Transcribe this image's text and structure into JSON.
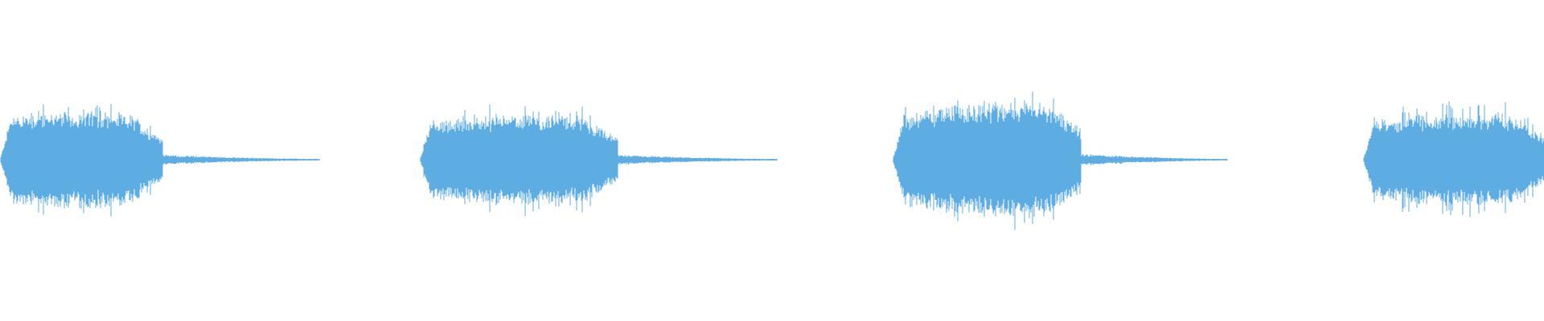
{
  "waveform": {
    "color": "#5dade2",
    "background": "#ffffff",
    "duration": 1.0,
    "segments": [
      {
        "start": 0.0,
        "loud_end": 0.105,
        "tail_end": 0.207,
        "peak": 0.52,
        "peak_at": 0.045
      },
      {
        "start": 0.272,
        "loud_end": 0.4,
        "tail_end": 0.503,
        "peak": 0.48,
        "peak_at": 0.34
      },
      {
        "start": 0.578,
        "loud_end": 0.7,
        "tail_end": 0.795,
        "peak": 0.62,
        "peak_at": 0.668
      },
      {
        "start": 0.883,
        "loud_end": 1.0,
        "tail_end": 1.0,
        "peak": 0.5,
        "peak_at": 0.955
      }
    ]
  }
}
